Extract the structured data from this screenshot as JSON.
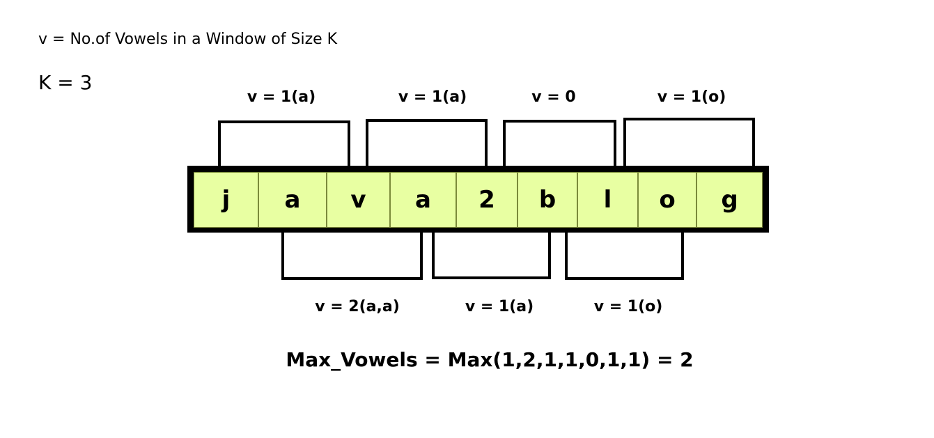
{
  "definition": "v = No.of Vowels in a Window of Size K",
  "k_label": "K = 3",
  "array": [
    "j",
    "a",
    "v",
    "a",
    "2",
    "b",
    "l",
    "o",
    "g"
  ],
  "top_windows": [
    "v = 1(a)",
    "v = 1(a)",
    "v = 0",
    "v = 1(o)"
  ],
  "bottom_windows": [
    "v = 2(a,a)",
    "v = 1(a)",
    "v = 1(o)"
  ],
  "result": "Max_Vowels = Max(1,2,1,1,0,1,1) = 2",
  "colors": {
    "cell_fill": "#e8ffa2"
  }
}
